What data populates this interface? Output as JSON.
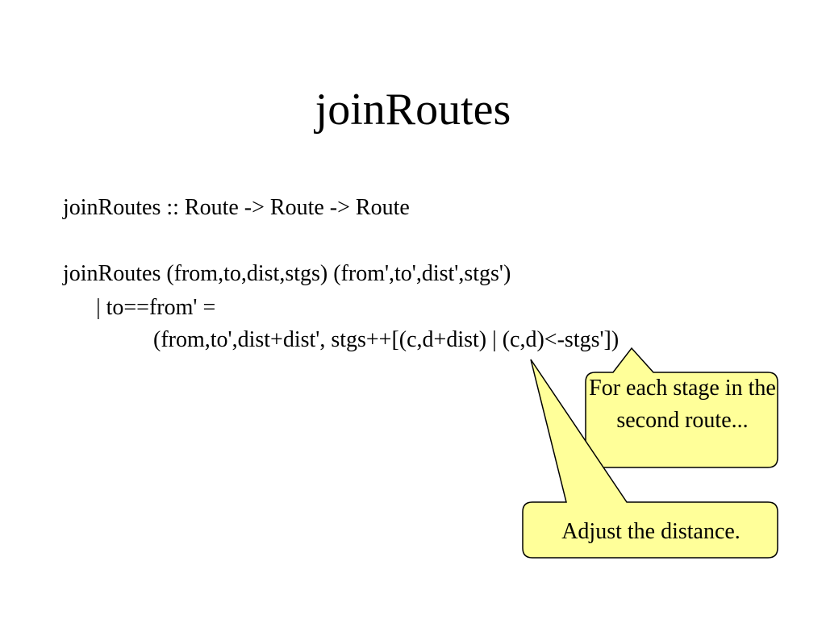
{
  "slide": {
    "title": "joinRoutes"
  },
  "code": {
    "signature": "joinRoutes :: Route -> Route -> Route",
    "definition": "joinRoutes (from,to,dist,stgs) (from',to',dist',stgs')",
    "guard": "| to==from' =",
    "body": "(from,to',dist+dist', stgs++[(c,d+dist) | (c,d)<-stgs'])"
  },
  "callouts": {
    "stage": "For each stage in the second route...",
    "distance": "Adjust the distance."
  },
  "colors": {
    "background": "#ffffff",
    "text": "#000000",
    "callout_fill": "#ffff99",
    "callout_border": "#000000"
  }
}
